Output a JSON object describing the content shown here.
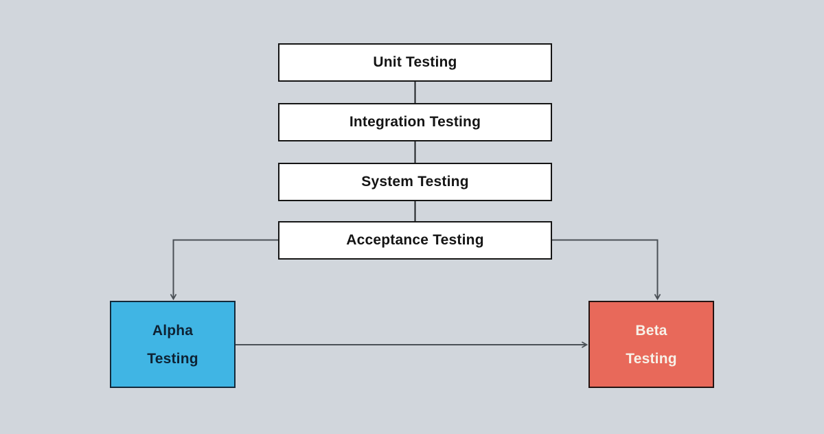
{
  "colors": {
    "background": "#D1D6DC",
    "stage_fill": "#FFFFFF",
    "stage_border": "#151515",
    "stage_text": "#141414",
    "alpha_fill": "#40B5E4",
    "alpha_border": "#13293A",
    "alpha_text": "#0E2233",
    "beta_fill": "#E8695A",
    "beta_border": "#241412",
    "beta_text": "#F7F1E8",
    "stack_connector": "#1E2225",
    "branch_connector": "#4A5056"
  },
  "diagram": {
    "stages": [
      {
        "label": "Unit Testing"
      },
      {
        "label": "Integration Testing"
      },
      {
        "label": "System Testing"
      },
      {
        "label": "Acceptance Testing"
      }
    ],
    "alpha_box": {
      "lines": [
        "Alpha",
        "Testing"
      ]
    },
    "beta_box": {
      "lines": [
        "Beta",
        "Testing"
      ]
    },
    "edges": [
      {
        "from": "Unit Testing",
        "to": "Integration Testing"
      },
      {
        "from": "Integration Testing",
        "to": "System Testing"
      },
      {
        "from": "System Testing",
        "to": "Acceptance Testing"
      },
      {
        "from": "Acceptance Testing",
        "to": "Alpha Testing"
      },
      {
        "from": "Acceptance Testing",
        "to": "Beta Testing"
      },
      {
        "from": "Alpha Testing",
        "to": "Beta Testing"
      }
    ]
  }
}
